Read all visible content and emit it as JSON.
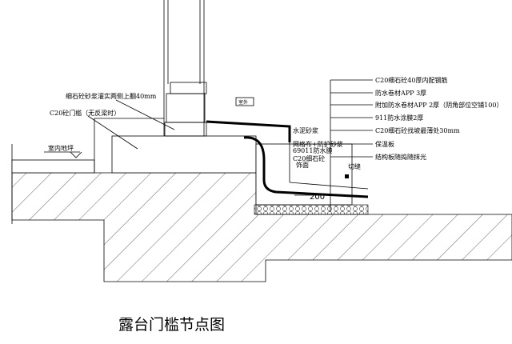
{
  "title": "露台门槛节点图",
  "labels_right": [
    "C20细石砼40厚内配钢筋",
    "防水卷材APP 3厚",
    "附加防水卷材APP 2厚（阴角部位空铺100）",
    "911防水涂膜2厚",
    "C20细石砼找坡最薄处30mm",
    "保温板",
    "结构板随捣随抹光"
  ],
  "labels_mid": {
    "mortar": "水泥砂浆",
    "mesh": "网格布+防护砂浆",
    "membrane": "69011防水膜",
    "c20": "C20细石砼",
    "finish": "饰面",
    "cut": "切缝",
    "dim": "200"
  },
  "labels_left": {
    "grout": "细石砼砂浆灌实两侧上翻40mm",
    "sill": "C20砼门槛（无反梁时）",
    "floor": "室内地坪",
    "outdoor": "室外"
  }
}
